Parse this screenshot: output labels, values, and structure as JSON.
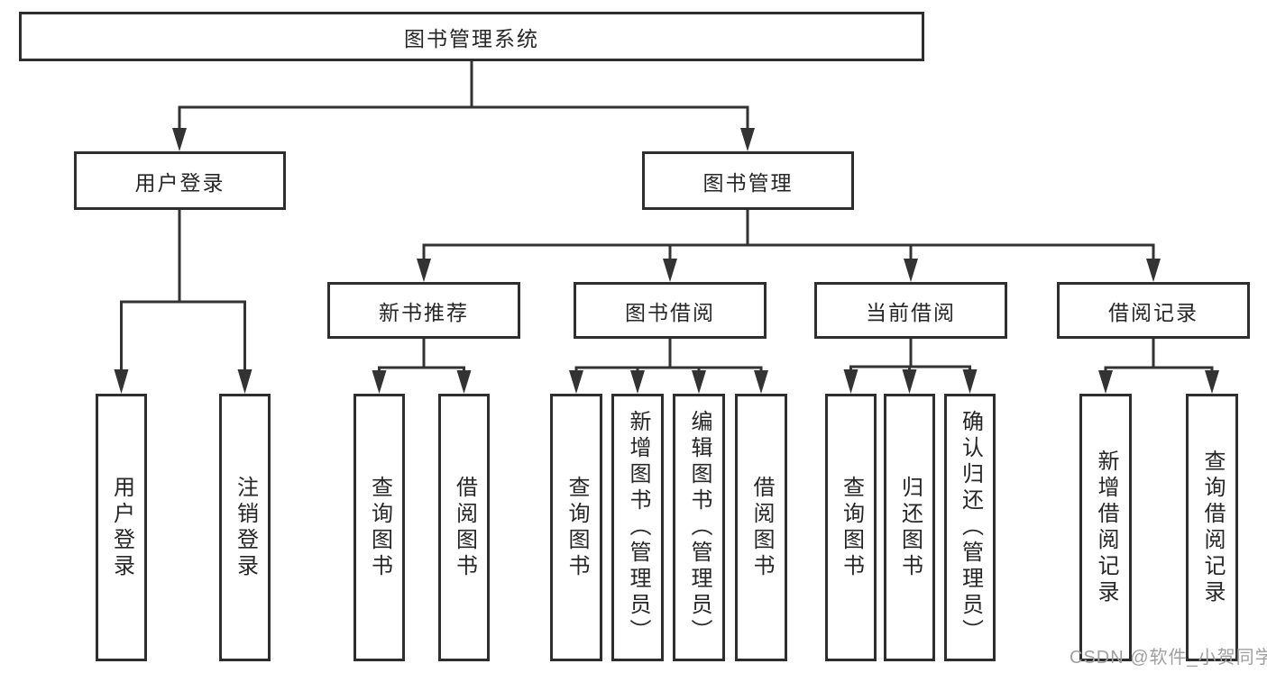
{
  "diagram": {
    "root": "图书管理系统",
    "level2": [
      "用户登录",
      "图书管理"
    ],
    "level3": [
      "新书推荐",
      "图书借阅",
      "当前借阅",
      "借阅记录"
    ],
    "leaves": {
      "user_login": [
        "用户登录",
        "注销登录"
      ],
      "new_book_recommend": [
        "查询图书",
        "借阅图书"
      ],
      "book_borrow": [
        "查询图书",
        "新增图书（管理员）",
        "编辑图书（管理员）",
        "借阅图书"
      ],
      "current_borrow": [
        "查询图书",
        "归还图书",
        "确认归还（管理员）"
      ],
      "borrow_record": [
        "新增借阅记录",
        "查询借阅记录"
      ]
    }
  },
  "watermark": "CSDN @软件_小贺同学",
  "colors": {
    "line": "#333333",
    "border": "#2e2e2e",
    "text": "#262626",
    "background": "#ffffff",
    "watermark": "#9f9f9f"
  }
}
